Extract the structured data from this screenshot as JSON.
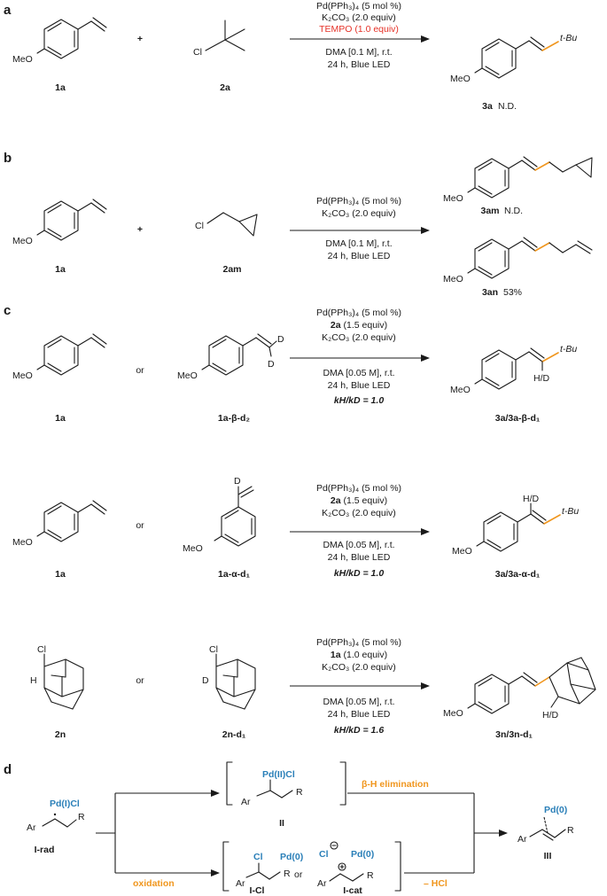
{
  "sections": {
    "a": "a",
    "b": "b",
    "c": "c",
    "d": "d"
  },
  "common": {
    "plus": "+",
    "or": "or",
    "meo": "MeO",
    "tbu": "t-Bu",
    "cl": "Cl",
    "h": "H",
    "d": "D",
    "hd": "H/D"
  },
  "panel_a": {
    "cond1": "Pd(PPh₃)₄ (5 mol %)",
    "cond2": "K₂CO₃ (2.0 equiv)",
    "cond3": "TEMPO (1.0 equiv)",
    "cond4": "DMA [0.1 M], r.t.",
    "cond5": "24 h, Blue LED",
    "label_sm": "1a",
    "label_rx": "2a",
    "label_prod": "3a",
    "yield": "N.D."
  },
  "panel_b": {
    "cond1": "Pd(PPh₃)₄ (5 mol %)",
    "cond2": "K₂CO₃ (2.0 equiv)",
    "cond3": "DMA [0.1 M], r.t.",
    "cond4": "24 h, Blue LED",
    "label_sm": "1a",
    "label_rx": "2am",
    "label_p1": "3am",
    "yield_p1": "N.D.",
    "label_p2": "3an",
    "yield_p2": "53%"
  },
  "panel_c1": {
    "cond1": "Pd(PPh₃)₄ (5 mol %)",
    "cond2": "2a",
    "cond2b": "(1.5 equiv)",
    "cond3": "K₂CO₃ (2.0 equiv)",
    "cond4": "DMA [0.05 M], r.t.",
    "cond5": "24 h, Blue LED",
    "kie": "kH/kD = 1.0",
    "label_sm": "1a",
    "label_d": "1a-β-d₂",
    "label_prod": "3a/3a-β-d₁"
  },
  "panel_c2": {
    "cond1": "Pd(PPh₃)₄ (5 mol %)",
    "cond2": "2a",
    "cond2b": "(1.5 equiv)",
    "cond3": "K₂CO₃ (2.0 equiv)",
    "cond4": "DMA [0.05 M], r.t.",
    "cond5": "24 h, Blue LED",
    "kie": "kH/kD = 1.0",
    "label_sm": "1a",
    "label_d": "1a-α-d₁",
    "label_prod": "3a/3a-α-d₁"
  },
  "panel_c3": {
    "cond1": "Pd(PPh₃)₄ (5 mol %)",
    "cond2": "1a",
    "cond2b": "(1.0 equiv)",
    "cond3": "K₂CO₃ (2.0 equiv)",
    "cond4": "DMA [0.05 M], r.t.",
    "cond5": "24 h, Blue LED",
    "kie": "kH/kD = 1.6",
    "label_sm": "2n",
    "label_d": "2n-d₁",
    "label_prod": "3n/3n-d₁"
  },
  "panel_d": {
    "pd1cl": "Pd(I)Cl",
    "label_rad": "I-rad",
    "ar": "Ar",
    "r": "R",
    "pd2cl": "Pd(II)Cl",
    "label_ii": "II",
    "beta": "β-H elimination",
    "oxidation": "oxidation",
    "pd0": "Pd(0)",
    "label_icl": "I-Cl",
    "label_icat": "I-cat",
    "minus_hcl": "– HCl",
    "label_iii": "III",
    "or": "or",
    "cl_minus": "Cl"
  }
}
